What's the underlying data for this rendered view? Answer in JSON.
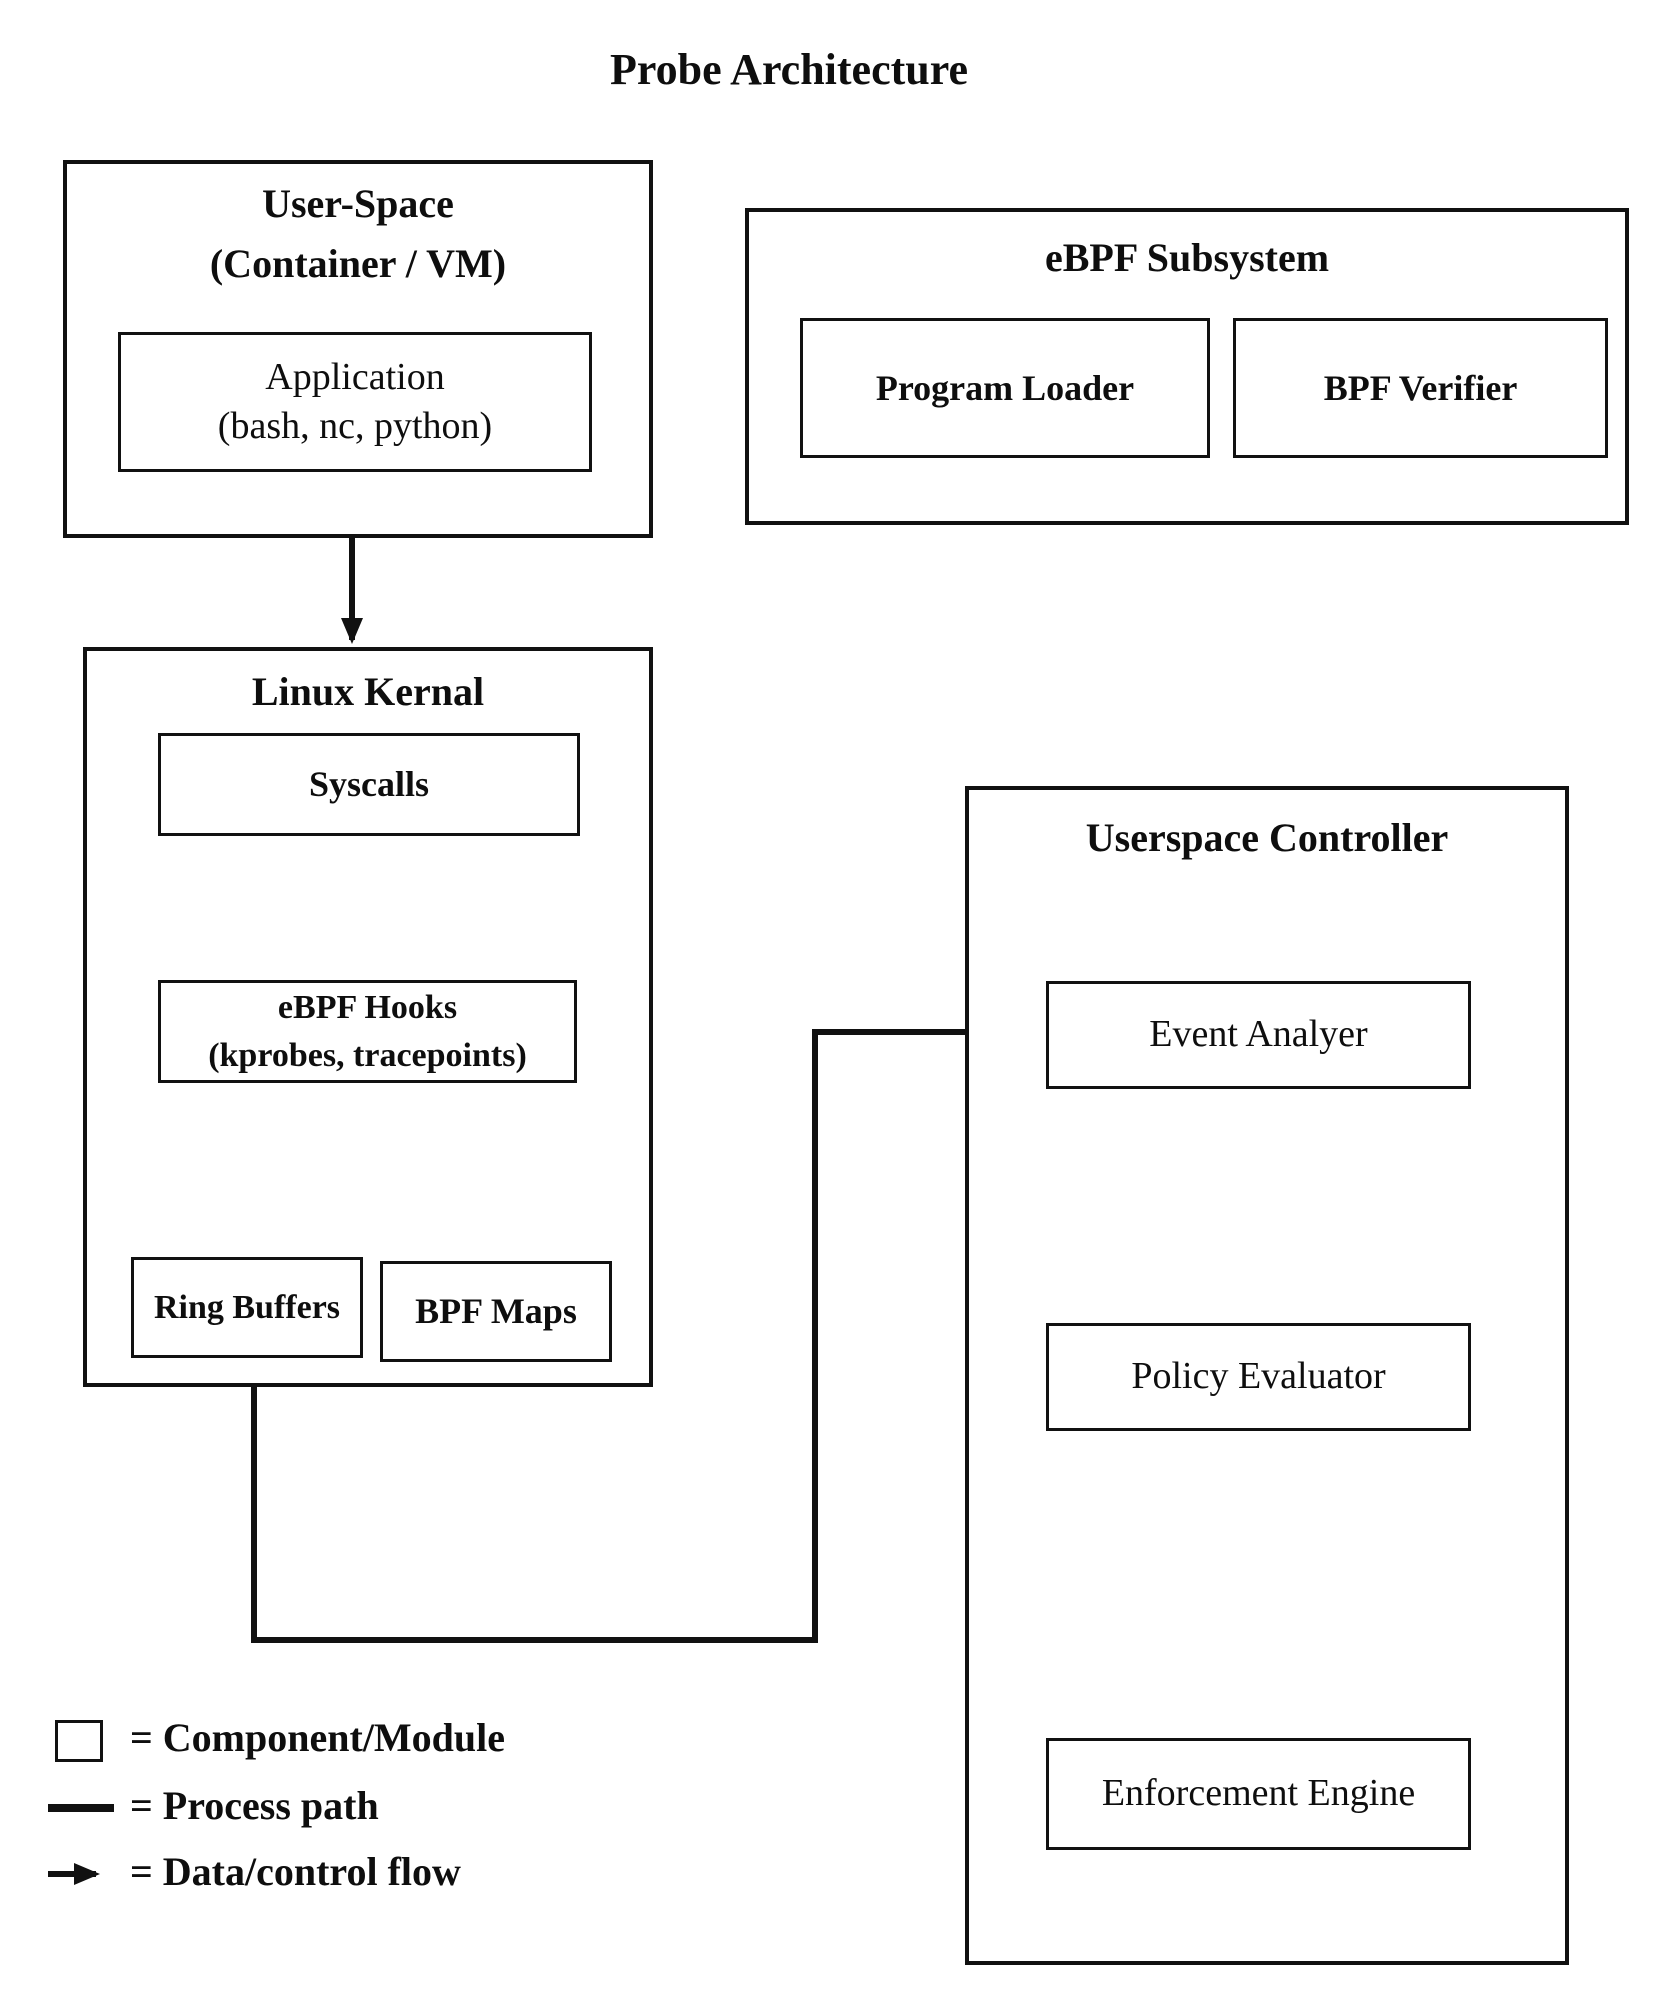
{
  "title": "Probe Architecture",
  "colors": {
    "ink": "#111111",
    "background": "#ffffff"
  },
  "boxes": {
    "user_space": {
      "line1": "User-Space",
      "line2": "(Container / VM)"
    },
    "application": {
      "line1": "Application",
      "line2": "(bash, nc, python)"
    },
    "ebpf_subsystem": {
      "label": "eBPF Subsystem"
    },
    "program_loader": {
      "label": "Program Loader"
    },
    "bpf_verifier": {
      "label": "BPF Verifier"
    },
    "linux_kernel": {
      "label": "Linux Kernal"
    },
    "syscalls": {
      "label": "Syscalls"
    },
    "ebpf_hooks": {
      "line1": "eBPF Hooks",
      "line2": "(kprobes, tracepoints)"
    },
    "ring_buffers": {
      "label": "Ring Buffers"
    },
    "bpf_maps": {
      "label": "BPF Maps"
    },
    "userspace_controller": {
      "label": "Userspace Controller"
    },
    "event_analyzer": {
      "label": "Event Analyer"
    },
    "policy_evaluator": {
      "label": "Policy Evaluator"
    },
    "enforcement_engine": {
      "label": "Enforcement Engine"
    }
  },
  "connections": [
    {
      "from": "Application",
      "to": "Linux Kernal",
      "style": "arrow"
    },
    {
      "from": "Syscalls",
      "to": "eBPF Hooks",
      "style": "arrow"
    },
    {
      "from": "eBPF Hooks",
      "to": "Ring Buffers",
      "style": "arrow"
    },
    {
      "from": "eBPF Hooks",
      "to": "BPF Maps",
      "style": "arrow"
    },
    {
      "from": "Ring Buffers",
      "to": "Event Analyer",
      "style": "process-path-arrow"
    },
    {
      "from": "Event Analyer",
      "to": "Policy Evaluator",
      "style": "arrow"
    },
    {
      "from": "Policy Evaluator",
      "to": "Enforcement Engine",
      "style": "arrow"
    }
  ],
  "legend": {
    "items": [
      {
        "symbol": "box-symbol",
        "label": "= Component/Module"
      },
      {
        "symbol": "line-symbol",
        "label": "= Process path"
      },
      {
        "symbol": "arrow-symbol",
        "label": "= Data/control flow"
      }
    ]
  }
}
